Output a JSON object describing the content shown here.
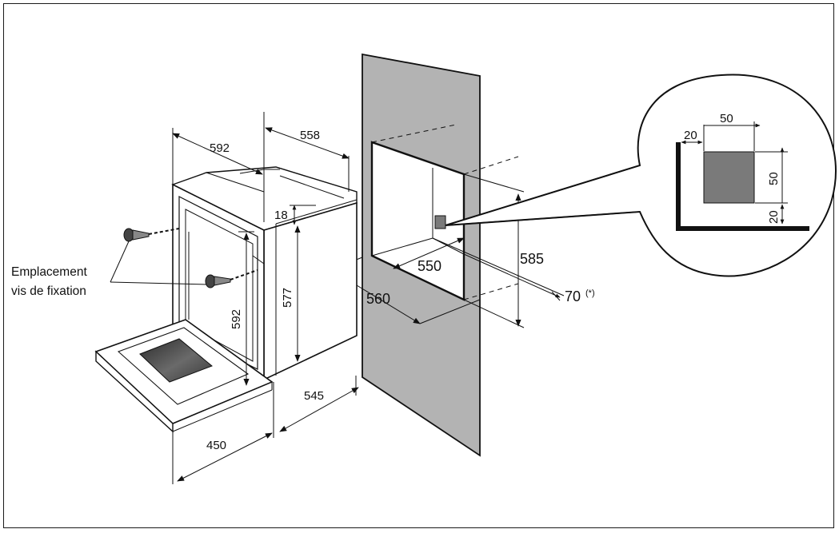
{
  "figure": {
    "dimensions": {
      "oven_width_top": "592",
      "oven_depth_top": "558",
      "panel_thickness": "18",
      "oven_height_side": "577",
      "oven_height_front": "592",
      "door_open_depth": "450",
      "oven_body_depth": "545",
      "niche_width": "550",
      "niche_depth": "560",
      "niche_height": "585",
      "clearance": "70",
      "clearance_note": "(*)",
      "detail_width": "50",
      "detail_height": "50",
      "detail_offset_left": "20",
      "detail_offset_bottom": "20"
    },
    "label": {
      "line1": "Emplacement",
      "line2": "vis de fixation"
    }
  },
  "colors": {
    "wall_fill": "#b3b3b3",
    "line": "#111111",
    "detail_square": "#7a7a7a",
    "glass_window": "#4a4a4a"
  }
}
